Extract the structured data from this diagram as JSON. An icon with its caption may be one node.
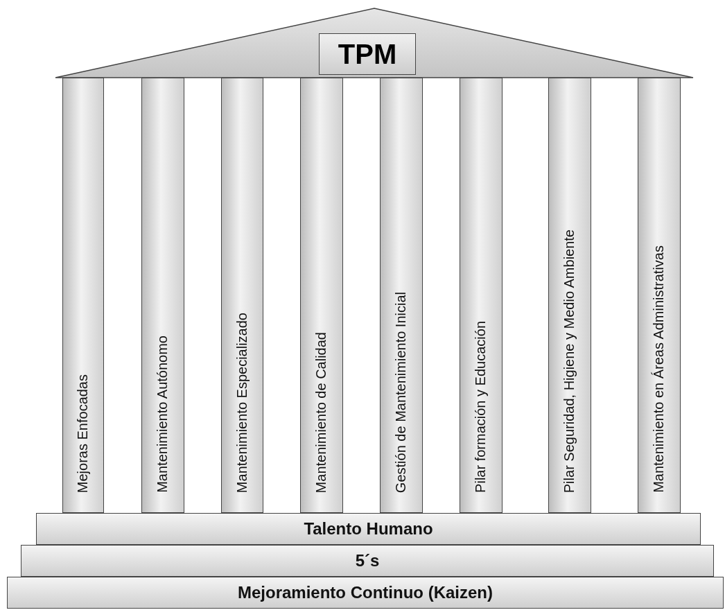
{
  "diagram": {
    "nodes": [
      {
        "text": [
          "TPM"
        ]
      },
      {
        "text": [
          "Mejoras Enfocadas"
        ]
      },
      {
        "text": [
          "Mantenimiento Autónomo"
        ]
      },
      {
        "text": [
          "Mantenimiento Especializado"
        ]
      },
      {
        "text": [
          "Mantenimiento de Calidad"
        ]
      },
      {
        "text": [
          "Gestión de Mantenimiento Inicial"
        ]
      },
      {
        "text": [
          "Pilar formación y Educación"
        ]
      },
      {
        "text": [
          "Pilar Seguridad, Higiene y Medio Ambiente"
        ]
      },
      {
        "text": [
          "Mantenimiento en Áreas Administrativas"
        ]
      },
      {
        "text": [
          "Talento Humano"
        ]
      },
      {
        "text": [
          "5´s"
        ]
      },
      {
        "text": [
          "Mejoramiento Continuo (Kaizen)"
        ]
      }
    ]
  }
}
